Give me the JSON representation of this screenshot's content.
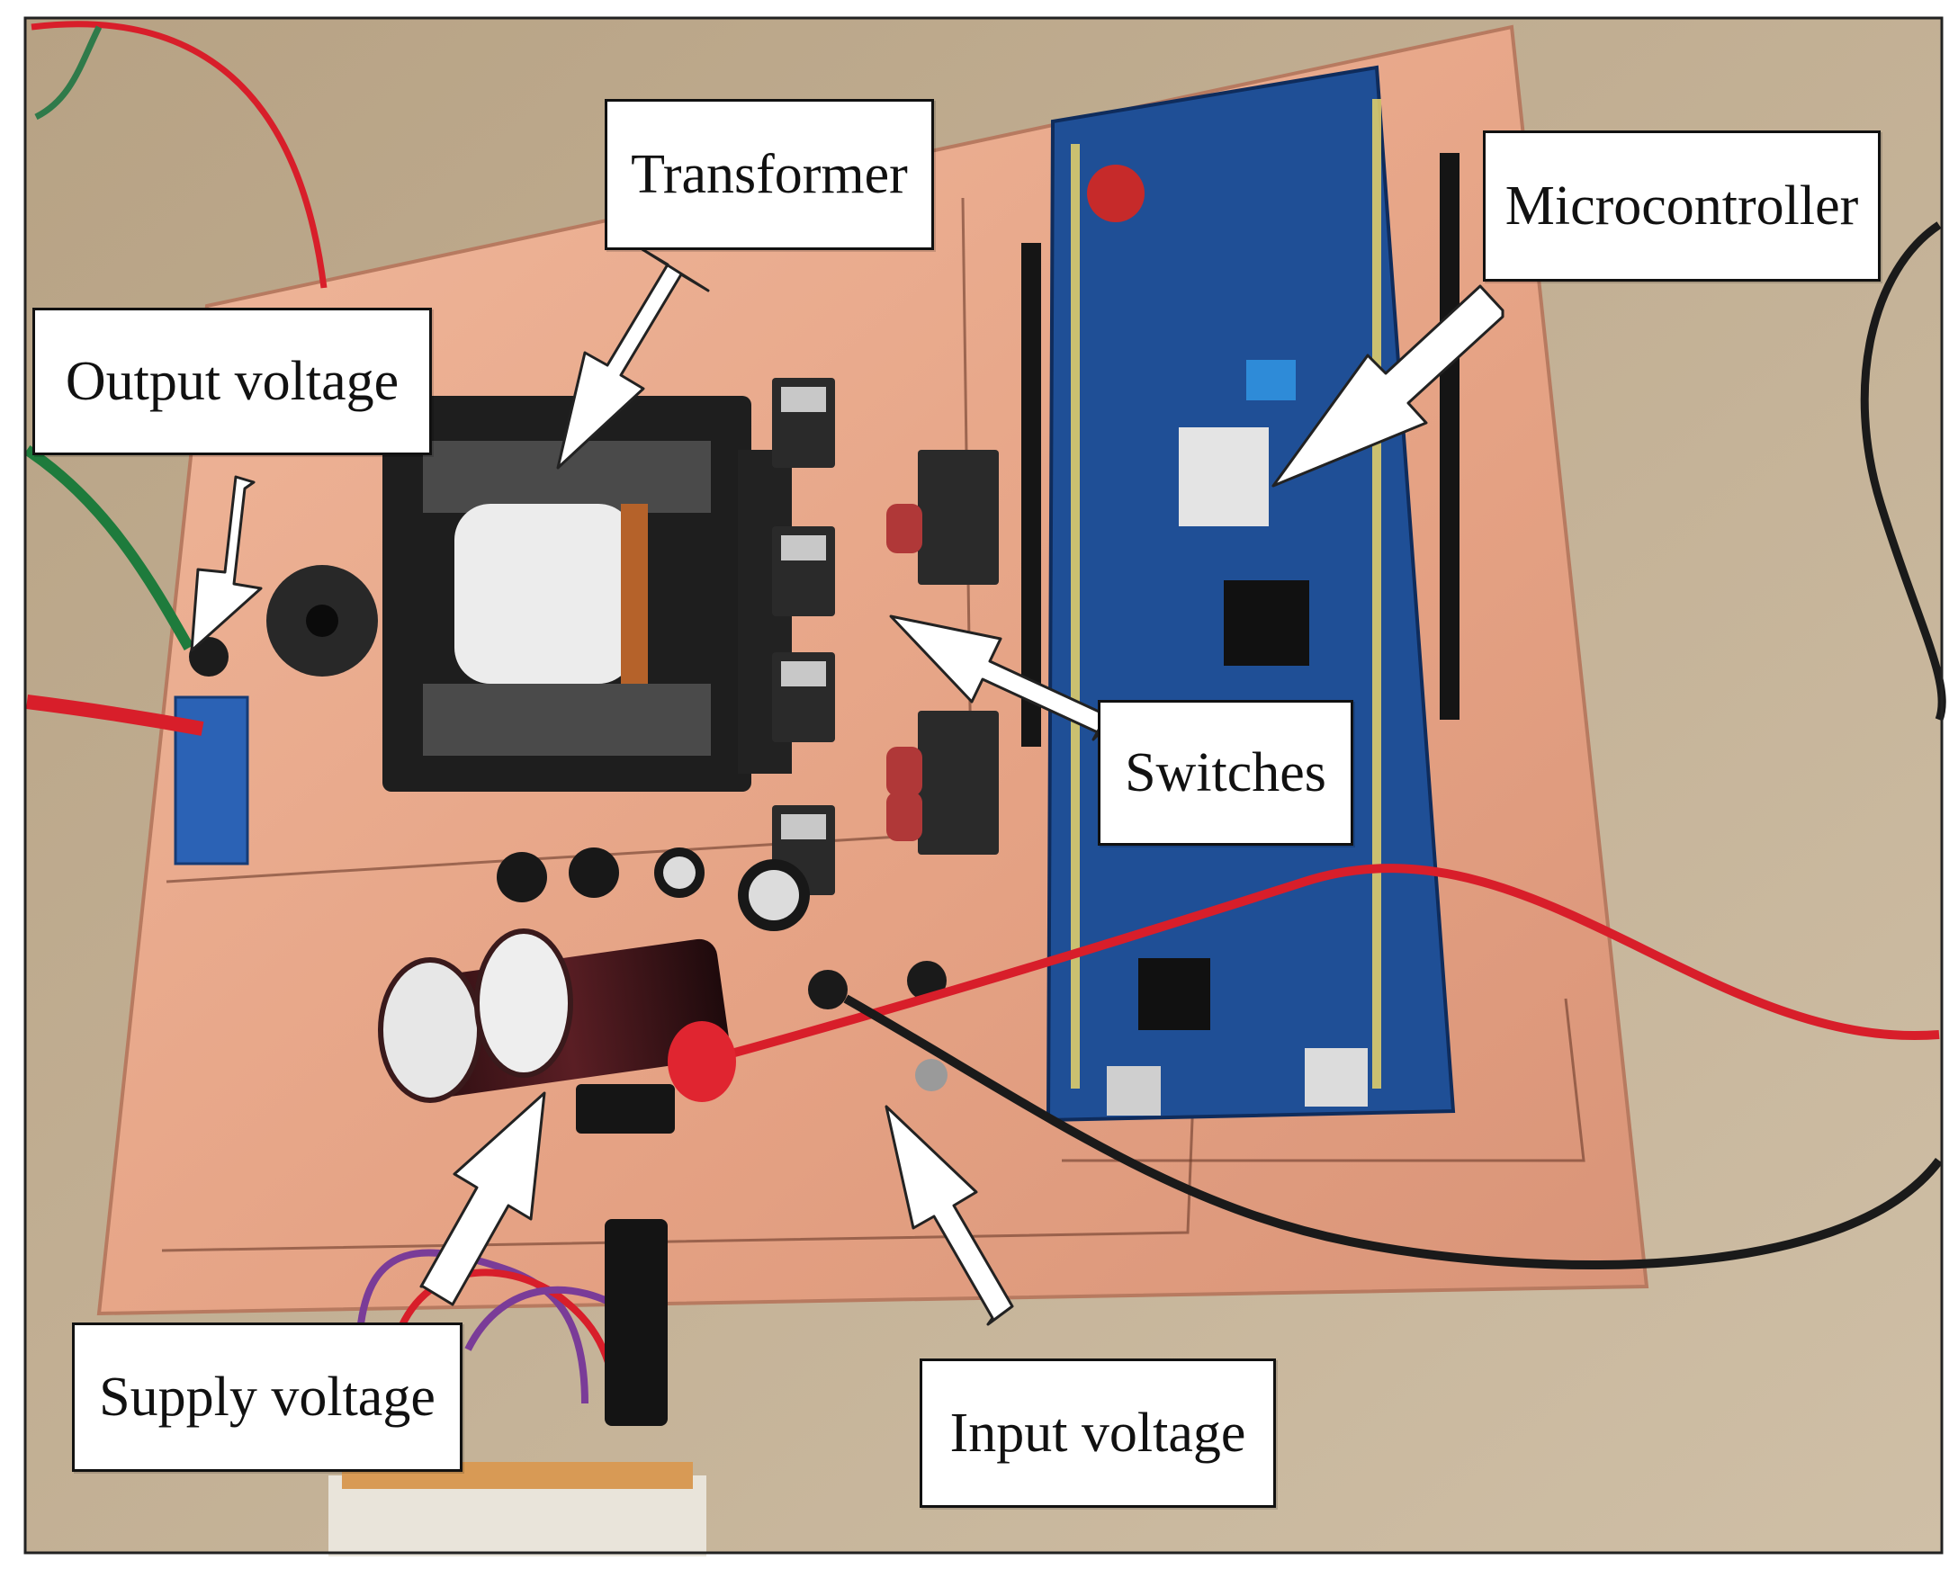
{
  "labels": {
    "transformer": "Transformer",
    "output_voltage": "Output voltage",
    "microcontroller": "Microcontroller",
    "switches": "Switches",
    "supply_voltage": "Supply voltage",
    "input_voltage": "Input voltage"
  },
  "colors": {
    "copper_board": "#e8a88a",
    "background_floor": "#c4b196",
    "mcu_board": "#1f4f96",
    "label_fill": "#ffffff",
    "arrow_fill": "#ffffff",
    "arrow_stroke": "#222222",
    "red_wire": "#d81e2a",
    "black_wire": "#1a1a1a"
  }
}
